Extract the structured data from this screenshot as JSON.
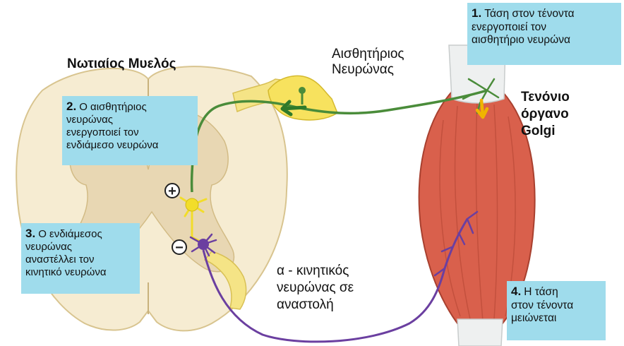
{
  "labels": {
    "spinal_cord": "Νωτιαίος Μυελός",
    "sensory_neuron": "Αισθητήριος\nΝευρώνας",
    "golgi_organ": "Τενόνιο\nόργανο\nGolgi",
    "alpha_motor": "α - κινητικός\nνευρώνας σε\nαναστολή",
    "plus_sign": "+",
    "minus_sign": "−"
  },
  "steps": [
    {
      "number": "1.",
      "text": "Τάση στον τένοντα\nενεργοποιεί τον\nαισθητήριο νευρώνα"
    },
    {
      "number": "2.",
      "text": "Ο αισθητήριος\nνευρώνας\nενεργοποιεί τον\nενδιάμεσο νευρώνα"
    },
    {
      "number": "3.",
      "text": "Ο ενδιάμεσος\nνευρώνας\nαναστέλλει τον\nκινητικό νευρώνα"
    },
    {
      "number": "4.",
      "text": "Η τάση\nστον τένοντα\nμειώνεται"
    }
  ],
  "colors": {
    "callout_bg": "#9fdcec",
    "spinal_white_matter": "#f6ecd2",
    "spinal_gray_matter": "#e8d7b3",
    "sensory_ganglion": "#f7e25e",
    "sensory_axon": "#4a8c3a",
    "interneuron": "#f2dd2a",
    "motor_neuron": "#6b3fa0",
    "muscle": "#d9604c",
    "tendon": "#eef0f0",
    "tension_arrow": "#f0b400"
  }
}
